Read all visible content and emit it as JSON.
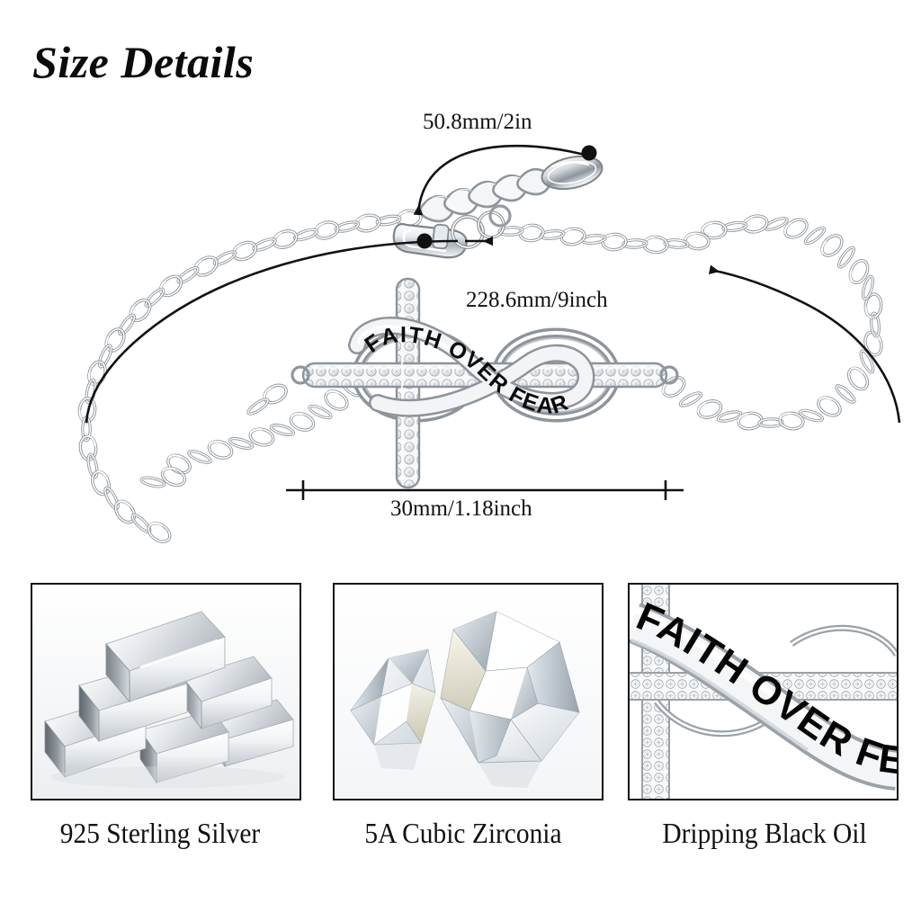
{
  "page": {
    "title": "Size Details",
    "background": "#ffffff",
    "ink": "#111111"
  },
  "diagram": {
    "product": "infinity cross bracelet",
    "engraving": "FAITH OVER FEAR",
    "measurements": [
      {
        "id": "extension-chain",
        "label": "50.8mm/2in",
        "description": "extension chain length"
      },
      {
        "id": "total-length",
        "label": "228.6mm/9inch",
        "description": "total bracelet length"
      },
      {
        "id": "pendant-width",
        "label": "30mm/1.18inch",
        "description": "infinity cross charm width"
      }
    ]
  },
  "features": {
    "panels": [
      {
        "id": "sterling-silver",
        "caption": "925 Sterling Silver",
        "image": "silver-bars-stack"
      },
      {
        "id": "cubic-zirconia",
        "caption": "5A Cubic Zirconia",
        "image": "two-cut-diamonds"
      },
      {
        "id": "black-oil",
        "caption": "Dripping Black Oil",
        "image": "engraved-infinity-closeup"
      }
    ]
  },
  "colors": {
    "ink": "#111111",
    "metal_light": "#ffffff",
    "metal_mid": "#c9ced4",
    "metal_dark": "#6e747b",
    "metal_shadow": "#9aa0a7",
    "gem_tint": "#e9edf2"
  }
}
